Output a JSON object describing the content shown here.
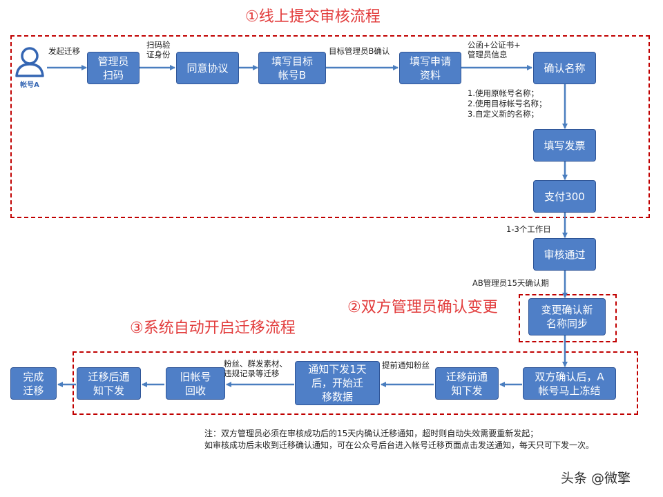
{
  "titles": {
    "stage1": "①线上提交审核流程",
    "stage2": "②双方管理员确认变更",
    "stage3": "③系统自动开启迁移流程"
  },
  "account": {
    "label": "帐号A"
  },
  "nodes": {
    "scan": "管理员\n扫码",
    "agree": "同意协议",
    "target": "填写目标\n帐号B",
    "apply": "填写申请\n资料",
    "confirm_name": "确认名称",
    "invoice": "填写发票",
    "pay": "支付300",
    "approved": "审核通过",
    "sync": "变更确认新\n名称同步",
    "freeze": "双方确认后，A\n帐号马上冻结",
    "pre_notice": "迁移前通\n知下发",
    "start": "通知下发1天\n后，开始迁\n移数据",
    "recycle": "旧帐号\n回收",
    "post_notice": "迁移后通\n知下发",
    "done": "完成\n迁移"
  },
  "edge_labels": {
    "initiate": "发起迁移",
    "scan_verify": "扫码验\n证身份",
    "target_admin": "目标管理员B确认",
    "docs": "公函+公证书+\n管理员信息",
    "name_options": "1.使用原帐号名称；\n2.使用目标帐号名称；\n3.自定义新的名称；",
    "days": "1-3个工作日",
    "confirm_period": "AB管理员15天确认期",
    "advance_notice": "提前通知粉丝",
    "migrate_items": "粉丝、群发素材、\n违规记录等迁移"
  },
  "notes": [
    "注：双方管理员必须在审核成功后的15天内确认迁移通知，超时则自动失效需要重新发起；",
    "如审核成功后未收到迁移确认通知，可在公众号后台进入帐号迁移页面点击发送通知，每天只可下发一次。"
  ],
  "watermark": "头条 @微擎",
  "colors": {
    "box_fill": "#4f7fc7",
    "box_border": "#2f5597",
    "arrow": "#4a7ebf",
    "dashed_border": "#c00000",
    "title": "#e23b3b"
  }
}
